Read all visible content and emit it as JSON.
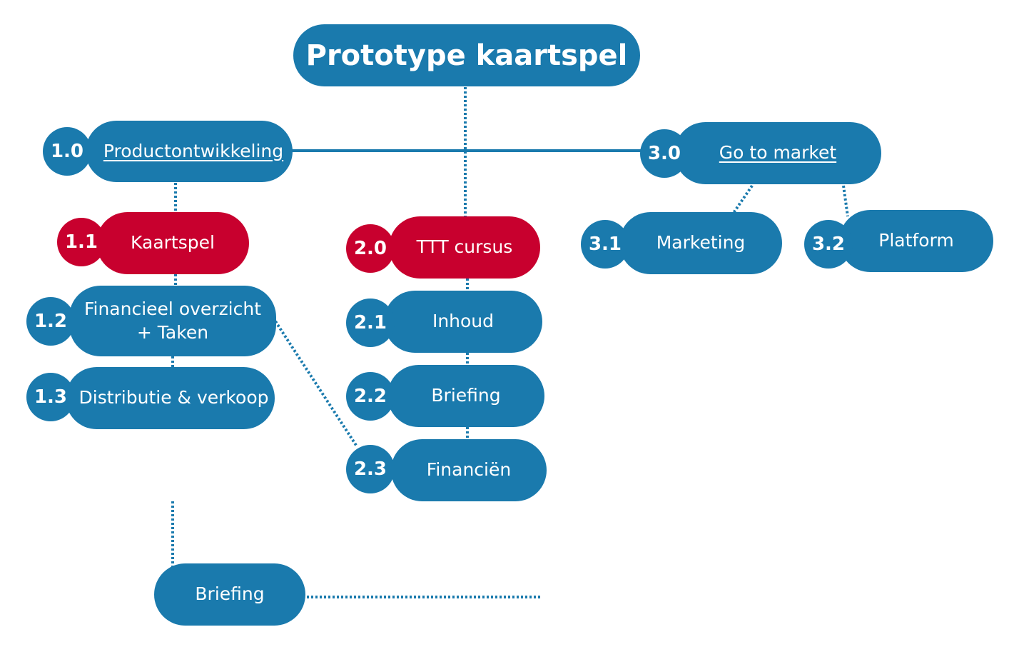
{
  "title": "Prototype kaartspel",
  "colors": {
    "primary": "#1a7aad",
    "highlight": "#c8002e",
    "background": "#ffffff"
  },
  "nodes": {
    "n10": {
      "number": "1.0",
      "label": "Productontwikkeling"
    },
    "n11": {
      "number": "1.1",
      "label": "Kaartspel"
    },
    "n12": {
      "number": "1.2",
      "label_line1": "Financieel overzicht",
      "label_line2": "+ Taken"
    },
    "n13": {
      "number": "1.3",
      "label": "Distributie & verkoop"
    },
    "n20": {
      "number": "2.0",
      "label": "TTT cursus"
    },
    "n21": {
      "number": "2.1",
      "label": "Inhoud"
    },
    "n22": {
      "number": "2.2",
      "label": "Briefing"
    },
    "n23": {
      "number": "2.3",
      "label": "Financiën"
    },
    "n30": {
      "number": "3.0",
      "label": "Go to market"
    },
    "n31": {
      "number": "3.1",
      "label": "Marketing"
    },
    "n32": {
      "number": "3.2",
      "label": "Platform"
    },
    "briefing_bottom": {
      "label": "Briefing"
    }
  }
}
